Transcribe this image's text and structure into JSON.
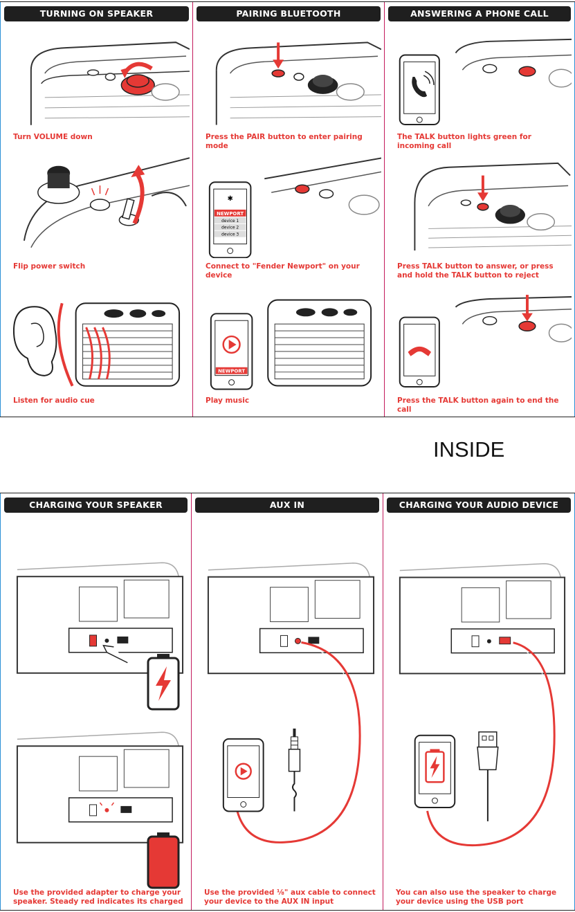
{
  "top_panels": [
    {
      "title": "TURNING ON SPEAKER",
      "steps": [
        {
          "caption": "Turn VOLUME down",
          "icon": "volume-knob-icon"
        },
        {
          "caption": "Flip power switch",
          "icon": "power-switch-icon"
        },
        {
          "caption": "Listen for audio cue",
          "icon": "ear-icon"
        }
      ]
    },
    {
      "title": "PAIRING BLUETOOTH",
      "steps": [
        {
          "caption": "Press the PAIR button to enter pairing mode",
          "icon": "pair-button-icon"
        },
        {
          "caption": "Connect to \"Fender Newport\" on your device",
          "icon": "phone-device-list-icon"
        },
        {
          "caption": "Play music",
          "icon": "play-icon"
        }
      ]
    },
    {
      "title": "ANSWERING A PHONE CALL",
      "steps": [
        {
          "caption": "The TALK button lights green for incoming call",
          "icon": "phone-ringing-icon"
        },
        {
          "caption": "Press TALK button to answer, or press and hold the TALK button to reject",
          "icon": "talk-button-icon"
        },
        {
          "caption": "Press the TALK button again to end the call",
          "icon": "hang-up-icon"
        }
      ]
    }
  ],
  "phone_screen": {
    "brand": "NEWPORT",
    "devices": [
      "device 1",
      "device 2",
      "device 3"
    ]
  },
  "inside_label": "INSIDE",
  "bottom_panels": [
    {
      "title": "CHARGING YOUR SPEAKER",
      "caption": "Use the provided adapter to charge your speaker. Steady red indicates its charged",
      "icons": [
        "battery-charging-icon",
        "battery-full-icon"
      ]
    },
    {
      "title": "AUX IN",
      "caption": "Use the provided ⅛\" aux cable to connect your device to the AUX IN input",
      "icons": [
        "play-icon",
        "aux-plug-icon"
      ]
    },
    {
      "title": "CHARGING YOUR AUDIO DEVICE",
      "caption": "You can also use the speaker to charge your device using the USB port",
      "icons": [
        "battery-charging-icon",
        "usb-plug-icon"
      ]
    }
  ],
  "colors": {
    "accent_red": "#e53935",
    "header_bg": "#1f1f1f",
    "divider_magenta": "#c2185b",
    "border_blue": "#2a8fd6"
  }
}
